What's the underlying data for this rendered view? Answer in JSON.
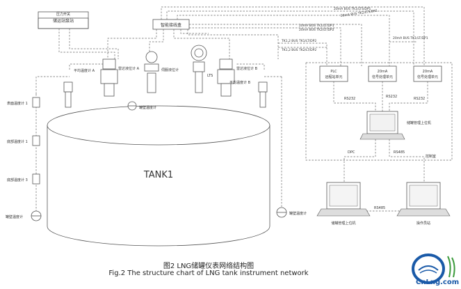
{
  "caption": {
    "chinese": "图2   LNG储罐仪表网络结构图",
    "english": "Fig.2   The structure chart of LNG tank instrument network"
  },
  "tank": {
    "label": "TANK1"
  },
  "boxes": {
    "pump": "储运站泵站",
    "press_switch": "压力开关",
    "hub": "智能接线盒",
    "rtu_a": "PLC 远程站单元",
    "rtu_b": "20mA 信号处理单元",
    "rtu_c": "20mA 信号处理单元",
    "main_pc": "储罐管理上位机",
    "pc_left": "储罐管理上位机",
    "pc_right": "操作员站"
  },
  "instruments": {
    "left_temp": "平均温度计 A",
    "radar_a": "雷达液位计 A",
    "servo": "伺服液位计",
    "radar_b": "雷达液位计 B",
    "right_temp": "平均温度计 B",
    "lts": "LTS",
    "density": "罐壁温度计",
    "left_sensor_1": "表面温度计 1",
    "left_sensor_2": "底部温度计 1",
    "left_sensor_3": "底部温度计 3",
    "left_bottom": "罐壁温度计",
    "right_bottom": "罐壁温度计"
  },
  "links": {
    "top1": "20mA BUS TK1/LTS/DP1",
    "top2": "20mA BUS TK2/LTS/DP2",
    "mid1": "20mA BUS TK1/LT/DP1",
    "mid2": "20mA BUS TK2/LT/DP2",
    "side": "20mA BUS TK1/LT/DP1",
    "lower1": "TK1,2 BUS TK1/LT/DP2",
    "lower2": "TK1,2 BUS TK2/LT/DP2",
    "rs232_a": "RS232",
    "rs232_b": "RS232",
    "rs232_c": "RS232",
    "dpc": "DPC",
    "rs485_a": "RS485",
    "rs485_b": "RS485",
    "room": "控制室"
  },
  "logo": {
    "text": "CnLng.com"
  },
  "colors": {
    "line": "#555555",
    "logo_blue": "#1a5aa8",
    "logo_green": "#3a9a3a"
  }
}
